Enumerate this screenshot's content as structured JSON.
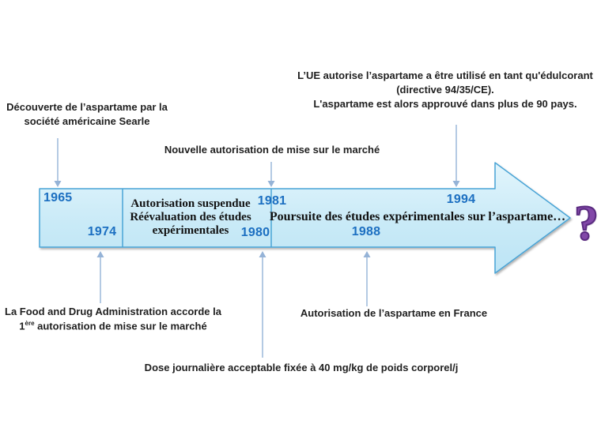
{
  "notes": {
    "discovery_line1": "Découverte de l’aspartame par la",
    "discovery_line2": "société américaine Searle",
    "nouvelle": "Nouvelle autorisation de mise sur le marché",
    "ue_line1": "L’UE autorise l’aspartame a être utilisé en tant qu'édulcorant",
    "ue_line2": "(directive 94/35/CE).",
    "ue_line3": "L'aspartame est alors approuvé dans plus de 90 pays.",
    "fda_line1": "La Food and Drug Administration accorde la",
    "fda_num": "1",
    "fda_sup": "ère",
    "fda_line2_rest": " autorisation de mise sur le marché",
    "france": "Autorisation de l’aspartame en France",
    "dose": "Dose journalière acceptable fixée à 40 mg/kg de poids corporel/j"
  },
  "timeline": {
    "segment1": {
      "year_start": "1965",
      "year_end": "1974"
    },
    "segment2": {
      "line1": "Autorisation suspendue",
      "line2": "Réévaluation des études",
      "line3": "expérimentales",
      "year_top": "1981",
      "year_bottom": "1980"
    },
    "segment3": {
      "text": "Poursuite des études expérimentales sur l’aspartame…",
      "year_top": "1994",
      "year_bottom": "1988"
    },
    "question_mark": "?"
  },
  "colors": {
    "arrow_fill_top": "#dff4fc",
    "arrow_fill_bottom": "#bce4f5",
    "arrow_border": "#49a4d6",
    "year_text": "#1c6fc1",
    "connector": "#95b3d7",
    "note_text": "#1f1f1f",
    "question_fill": "#8248a8",
    "question_outline": "#5a2b80"
  }
}
